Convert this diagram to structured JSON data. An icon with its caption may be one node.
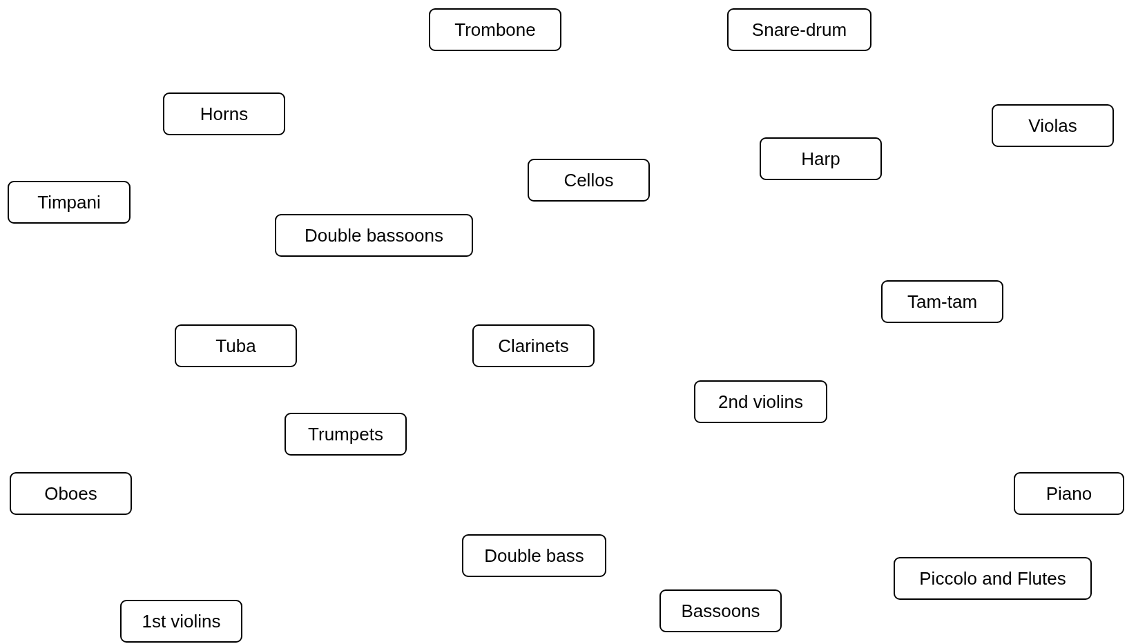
{
  "diagram": {
    "nodes": [
      {
        "text": [
          "Trombone"
        ]
      },
      {
        "text": [
          "Snare-drum"
        ]
      },
      {
        "text": [
          "Horns"
        ]
      },
      {
        "text": [
          "Violas"
        ]
      },
      {
        "text": [
          "Harp"
        ]
      },
      {
        "text": [
          "Cellos"
        ]
      },
      {
        "text": [
          "Timpani"
        ]
      },
      {
        "text": [
          "Double bassoons"
        ]
      },
      {
        "text": [
          "Tam-tam"
        ]
      },
      {
        "text": [
          "Tuba"
        ]
      },
      {
        "text": [
          "Clarinets"
        ]
      },
      {
        "text": [
          "2nd violins"
        ]
      },
      {
        "text": [
          "Trumpets"
        ]
      },
      {
        "text": [
          "Oboes"
        ]
      },
      {
        "text": [
          "Piano"
        ]
      },
      {
        "text": [
          "Double bass"
        ]
      },
      {
        "text": [
          "Piccolo and Flutes"
        ]
      },
      {
        "text": [
          "Bassoons"
        ]
      },
      {
        "text": [
          "1st violins"
        ]
      }
    ]
  }
}
